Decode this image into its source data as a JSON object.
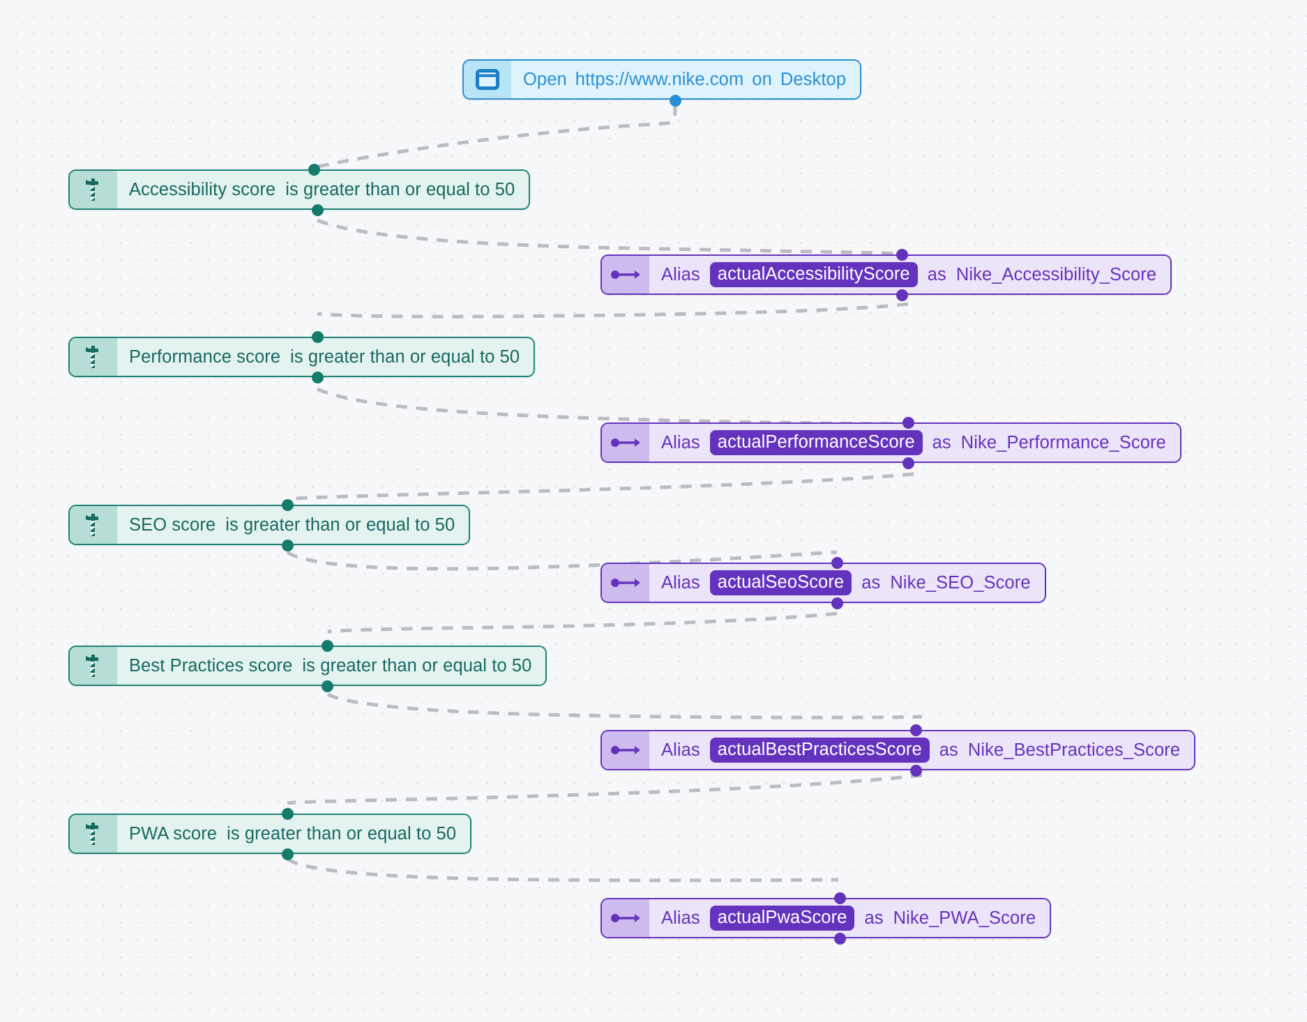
{
  "canvas": {
    "background_color": "#f7f8fa",
    "grid_dot_color": "#d8dce4",
    "edge_color": "#b9bcc4"
  },
  "colors": {
    "open_accent": "#2a8fd4",
    "open_fill": "#dff3fd",
    "open_icon_fill": "#b9e4f8",
    "assert_accent": "#1d8274",
    "assert_text": "#17695f",
    "assert_fill": "#e4f3ef",
    "assert_icon_fill": "#b6ded6",
    "alias_accent": "#6433bd",
    "alias_fill": "#ece4f8",
    "alias_icon_fill": "#cfbcee",
    "pill_fill": "#6433bd",
    "pill_text": "#ffffff"
  },
  "nodes": {
    "open": {
      "icon": "browser-window-icon",
      "action": "Open",
      "url": "https://www.nike.com",
      "preposition": "on",
      "device": "Desktop"
    },
    "assertions": [
      {
        "icon": "lighthouse-icon",
        "subject": "Accessibility score",
        "condition": "is greater than or equal to 50"
      },
      {
        "icon": "lighthouse-icon",
        "subject": "Performance score",
        "condition": "is greater than or equal to 50"
      },
      {
        "icon": "lighthouse-icon",
        "subject": "SEO score",
        "condition": "is greater than or equal to 50"
      },
      {
        "icon": "lighthouse-icon",
        "subject": "Best Practices score",
        "condition": "is greater than or equal to 50"
      },
      {
        "icon": "lighthouse-icon",
        "subject": "PWA score",
        "condition": "is greater than or equal to 50"
      }
    ],
    "aliases": [
      {
        "icon": "alias-arrow-icon",
        "keyword": "Alias",
        "variable": "actualAccessibilityScore",
        "as_label": "as",
        "alias_name": "Nike_Accessibility_Score"
      },
      {
        "icon": "alias-arrow-icon",
        "keyword": "Alias",
        "variable": "actualPerformanceScore",
        "as_label": "as",
        "alias_name": "Nike_Performance_Score"
      },
      {
        "icon": "alias-arrow-icon",
        "keyword": "Alias",
        "variable": "actualSeoScore",
        "as_label": "as",
        "alias_name": "Nike_SEO_Score"
      },
      {
        "icon": "alias-arrow-icon",
        "keyword": "Alias",
        "variable": "actualBestPracticesScore",
        "as_label": "as",
        "alias_name": "Nike_BestPractices_Score"
      },
      {
        "icon": "alias-arrow-icon",
        "keyword": "Alias",
        "variable": "actualPwaScore",
        "as_label": "as",
        "alias_name": "Nike_PWA_Score"
      }
    ]
  }
}
